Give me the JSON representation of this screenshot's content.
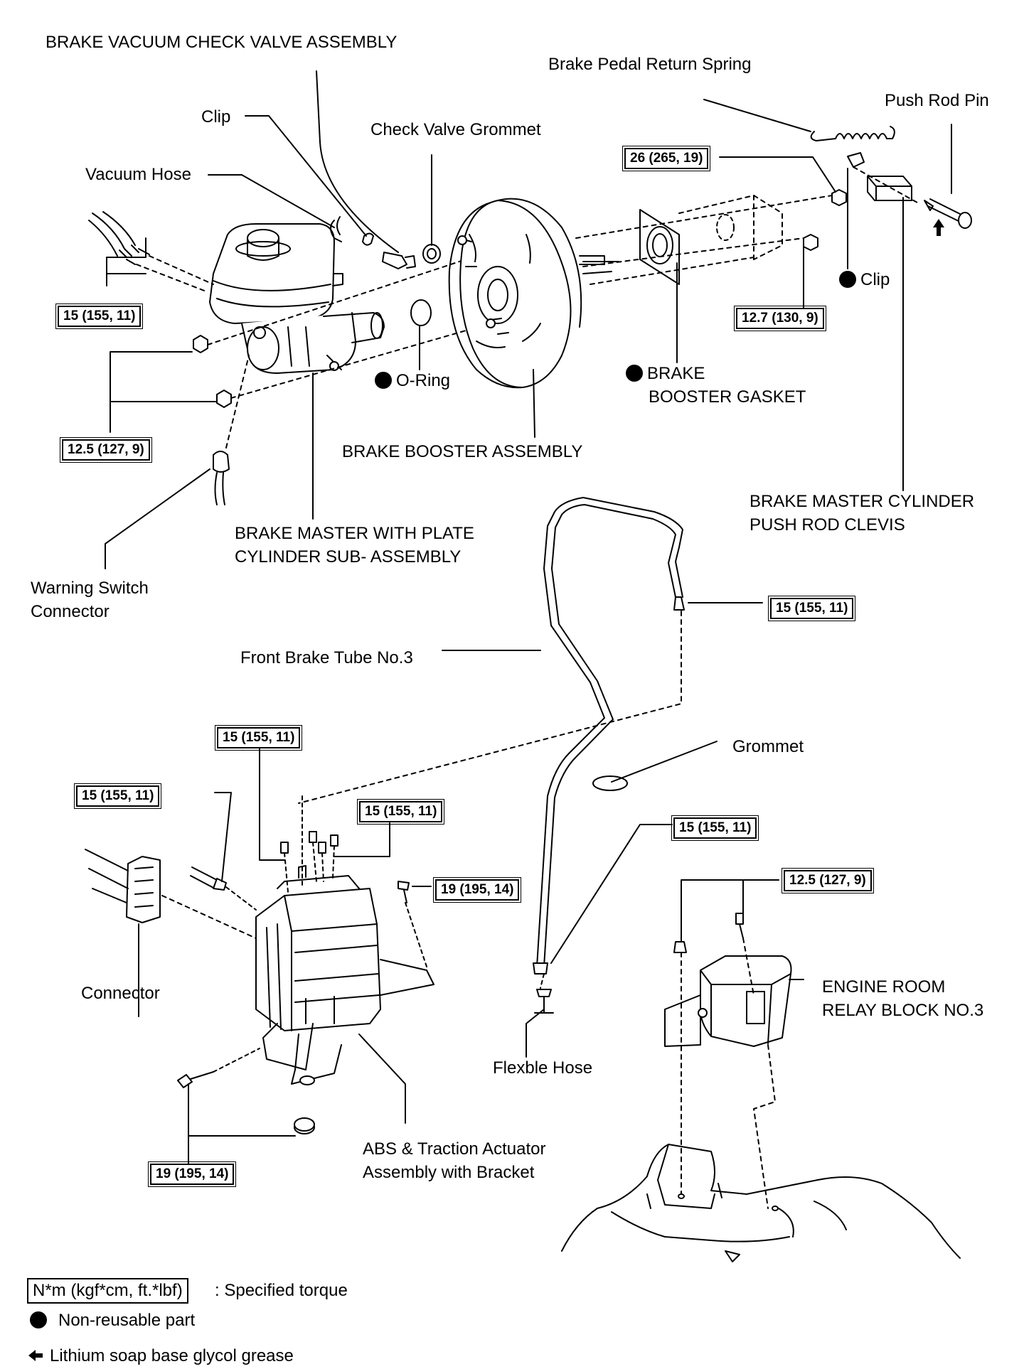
{
  "labels": {
    "brake_vacuum_check_valve": "BRAKE VACUUM CHECK VALVE ASSEMBLY",
    "brake_pedal_return_spring": "Brake Pedal Return Spring",
    "push_rod_pin": "Push Rod Pin",
    "clip_top": "Clip",
    "check_valve_grommet": "Check Valve Grommet",
    "vacuum_hose": "Vacuum Hose",
    "clip_right": "Clip",
    "o_ring": "O-Ring",
    "brake_booster_gasket_line1": "BRAKE",
    "brake_booster_gasket_line2": "BOOSTER GASKET",
    "brake_booster_assembly": "BRAKE BOOSTER ASSEMBLY",
    "brake_master_cylinder_push_rod_line1": "BRAKE MASTER CYLINDER",
    "brake_master_cylinder_push_rod_line2": "PUSH ROD CLEVIS",
    "brake_master_plate_line1": "BRAKE MASTER WITH PLATE",
    "brake_master_plate_line2": "CYLINDER SUB- ASSEMBLY",
    "warning_switch_line1": "Warning Switch",
    "warning_switch_line2": "Connector",
    "front_brake_tube": "Front Brake Tube No.3",
    "grommet": "Grommet",
    "connector": "Connector",
    "flexible_hose": "Flexble Hose",
    "engine_room_relay_line1": "ENGINE ROOM",
    "engine_room_relay_line2": "RELAY BLOCK NO.3",
    "abs_actuator_line1": "ABS & Traction Actuator",
    "abs_actuator_line2": "Assembly with Bracket"
  },
  "torques": {
    "t_26": "26 (265, 19)",
    "t_15_master": "15 (155, 11)",
    "t_12_7": "12.7 (130, 9)",
    "t_12_5_master": "12.5 (127, 9)",
    "t_15_tube": "15 (155, 11)",
    "t_15_abs_center": "15 (155, 11)",
    "t_15_abs_left": "15 (155, 11)",
    "t_15_abs_right": "15 (155, 11)",
    "t_15_flex": "15 (155, 11)",
    "t_19_top": "19 (195, 14)",
    "t_12_5_relay": "12.5 (127, 9)",
    "t_19_bottom": "19 (195, 14)"
  },
  "legend": {
    "torque_unit": "N*m (kgf*cm, ft.*lbf)",
    "torque_desc": ": Specified torque",
    "non_reusable": "Non-reusable part",
    "grease": "Lithium soap base glycol grease"
  }
}
